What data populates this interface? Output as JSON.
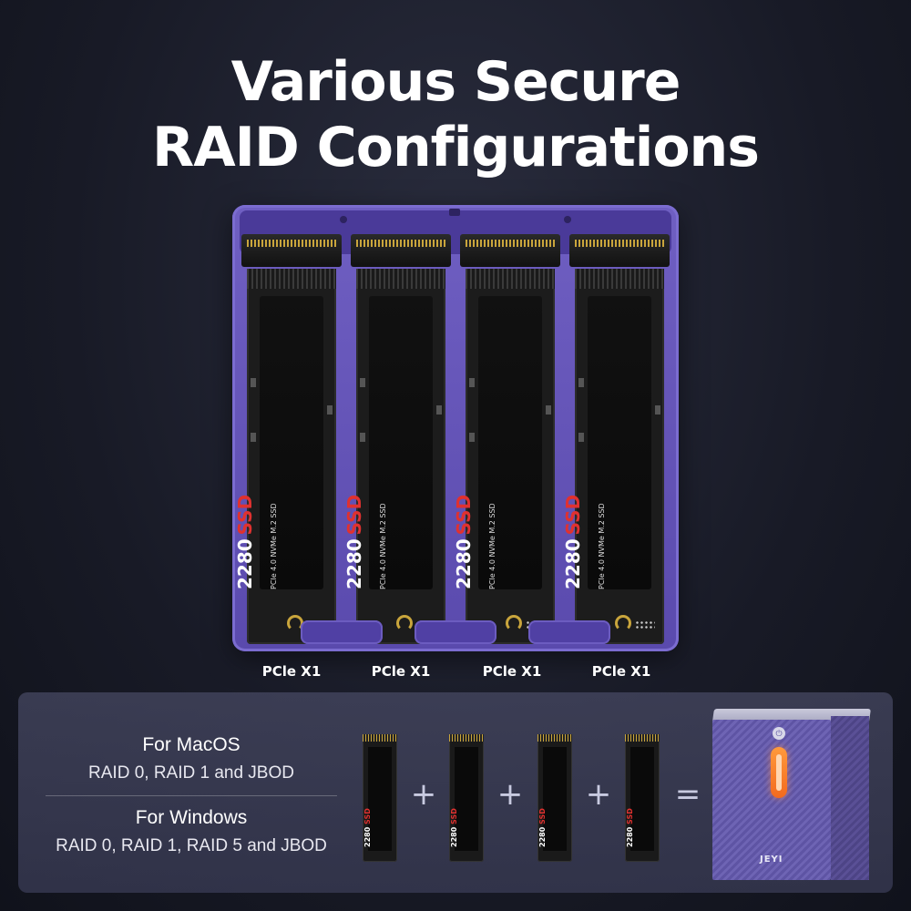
{
  "title": {
    "line1": "Various Secure",
    "line2": "RAID Configurations"
  },
  "ssd": {
    "size": "2280",
    "ssd_word": "SSD",
    "subtitle": "PCIe 4.0 NVMe M.2 SSD"
  },
  "slots": [
    {
      "label": "PCle X1"
    },
    {
      "label": "PCle X1"
    },
    {
      "label": "PCle X1"
    },
    {
      "label": "PCle X1"
    }
  ],
  "panel": {
    "mac": {
      "heading": "For MacOS",
      "modes": "RAID 0, RAID 1 and JBOD"
    },
    "windows": {
      "heading": "For Windows",
      "modes": "RAID 0, RAID 1, RAID 5 and JBOD"
    },
    "operators": {
      "plus": "+",
      "equals": "="
    },
    "device_brand": "JEYI",
    "device_power_icon": "power-icon"
  },
  "colors": {
    "enclosure": "#6f5fc2",
    "ssd_accent": "#e0312f",
    "led": "#f36a1e",
    "background": "#181a26"
  }
}
